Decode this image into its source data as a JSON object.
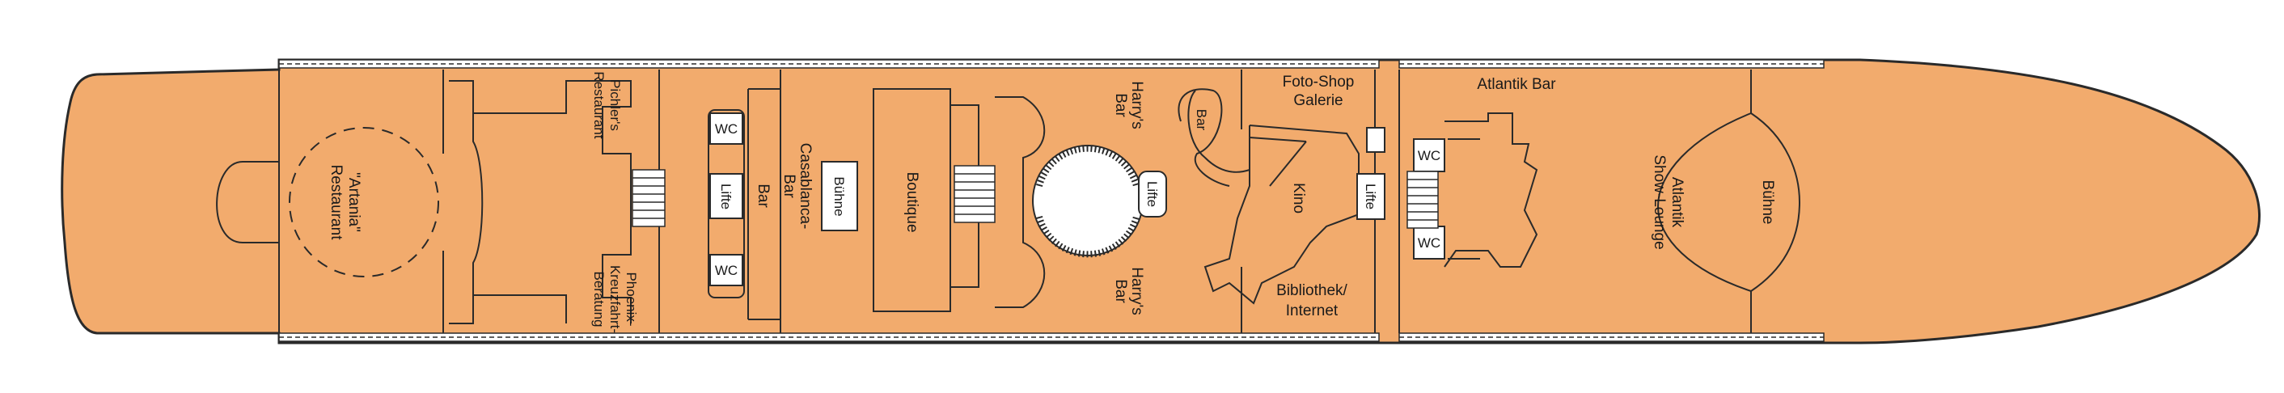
{
  "deck": {
    "colors": {
      "hull": "#F2AB6D",
      "hull_stroke": "#2a2a2a",
      "walkway": "#ffffff"
    },
    "labels": {
      "restaurant_artania": [
        "Restaurant",
        "\"Artania\""
      ],
      "pichlers_restaurant": [
        "Pichler's",
        "Restaurant"
      ],
      "phoenix_beratung": [
        "Phoenix-",
        "Kreuzfahrt-",
        "Beratung"
      ],
      "bar": "Bar",
      "casablanca_bar": [
        "Casablanca-",
        "Bar"
      ],
      "buehne_small": "Bühne",
      "boutique": "Boutique",
      "harrys_bar_top": [
        "Harry's",
        "Bar"
      ],
      "harrys_bar_bottom": [
        "Harry's",
        "Bar"
      ],
      "bar_round": "Bar",
      "foto_shop": [
        "Foto-Shop",
        "Galerie"
      ],
      "kino": "Kino",
      "bibliothek": [
        "Bibliothek/",
        "Internet"
      ],
      "atlantik_bar": "Atlantik Bar",
      "atlantik_lounge": [
        "Atlantik",
        "Show-Lounge"
      ],
      "buehne_large": "Bühne",
      "wc": "WC",
      "lifte": "Lifte"
    }
  }
}
